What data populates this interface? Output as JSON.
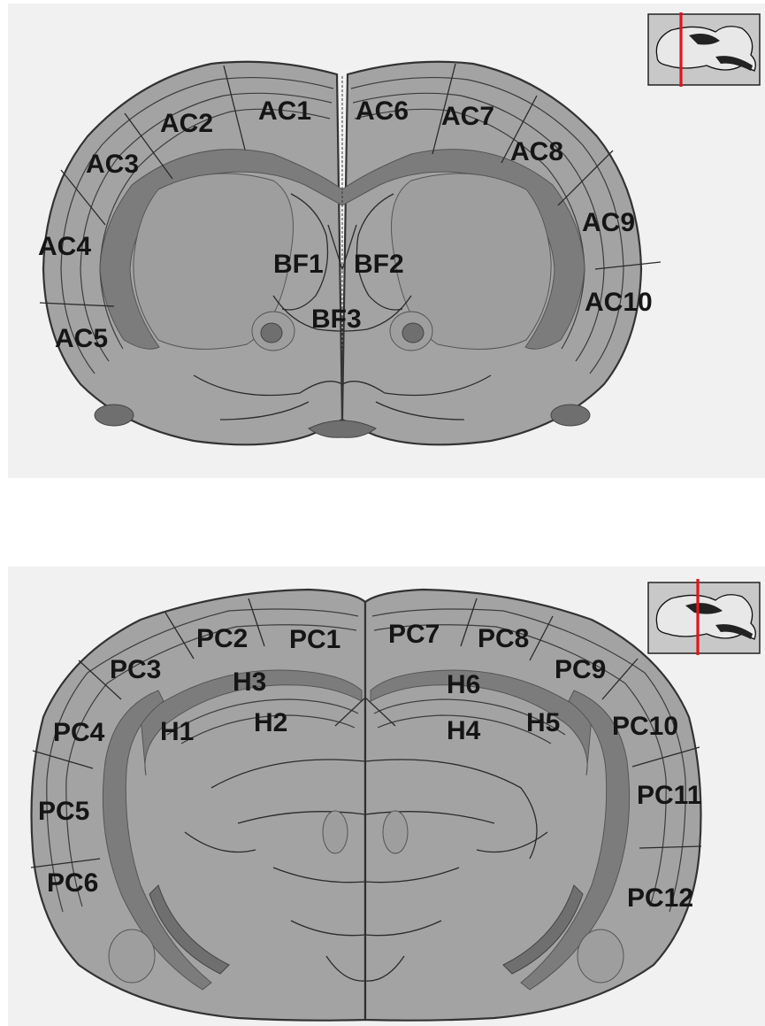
{
  "panels": {
    "top": {
      "labels": {
        "AC1": "AC1",
        "AC2": "AC2",
        "AC3": "AC3",
        "AC4": "AC4",
        "AC5": "AC5",
        "AC6": "AC6",
        "AC7": "AC7",
        "AC8": "AC8",
        "AC9": "AC9",
        "AC10": "AC10",
        "BF1": "BF1",
        "BF2": "BF2",
        "BF3": "BF3"
      }
    },
    "bottom": {
      "labels": {
        "PC1": "PC1",
        "PC2": "PC2",
        "PC3": "PC3",
        "PC4": "PC4",
        "PC5": "PC5",
        "PC6": "PC6",
        "PC7": "PC7",
        "PC8": "PC8",
        "PC9": "PC9",
        "PC10": "PC10",
        "PC11": "PC11",
        "PC12": "PC12",
        "H1": "H1",
        "H2": "H2",
        "H3": "H3",
        "H4": "H4",
        "H5": "H5",
        "H6": "H6"
      }
    }
  },
  "colors": {
    "background": "#f1f1f1",
    "tissue": "#a3a3a3",
    "white_matter": "#7c7c7c",
    "section_marker": "#e0141d"
  }
}
